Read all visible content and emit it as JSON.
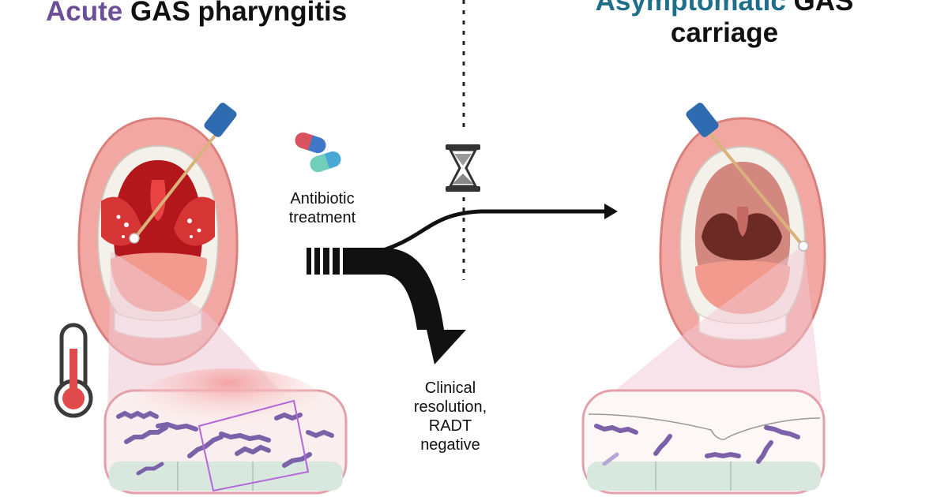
{
  "left_title": {
    "accent": "Acute",
    "rest": " GAS pharyngitis"
  },
  "right_title": {
    "accent": "Asymptomatic",
    "rest": " GAS",
    "line2": "carriage"
  },
  "labels": {
    "antibiotic": [
      "Antibiotic",
      "treatment"
    ],
    "resolution": [
      "Clinical",
      "resolution,",
      "RADT",
      "negative"
    ]
  },
  "colors": {
    "accent_purple": "#6b4f97",
    "accent_teal": "#1f6f8b",
    "bacteria": "#7b62a8"
  },
  "icons": [
    "mouth-illustration",
    "swab-icon",
    "thermometer-icon",
    "pills-icon",
    "hourglass-icon",
    "arrow-icon"
  ]
}
